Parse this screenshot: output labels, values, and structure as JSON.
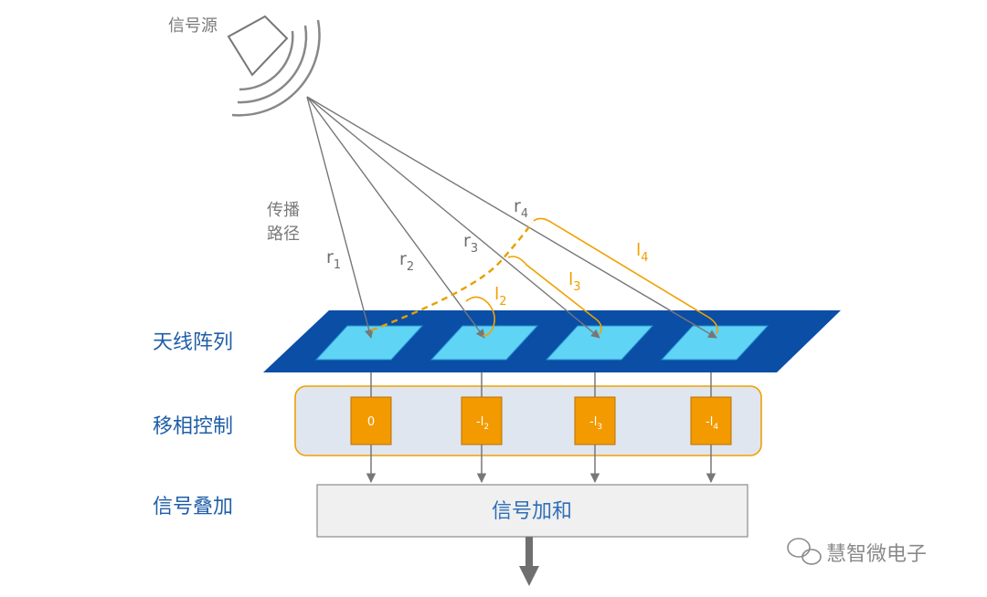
{
  "labels": {
    "signal_source": "信号源",
    "propagation_path_line1": "传播",
    "propagation_path_line2": "路径",
    "antenna_array": "天线阵列",
    "phase_control": "移相控制",
    "signal_superposition": "信号叠加",
    "signal_sum": "信号加和",
    "watermark": "慧智微电子"
  },
  "ray_labels": [
    {
      "base": "r",
      "sub": "1"
    },
    {
      "base": "r",
      "sub": "2"
    },
    {
      "base": "r",
      "sub": "3"
    },
    {
      "base": "r",
      "sub": "4"
    }
  ],
  "path_diff_labels": [
    {
      "base": "l",
      "sub": "2"
    },
    {
      "base": "l",
      "sub": "3"
    },
    {
      "base": "l",
      "sub": "4"
    }
  ],
  "phase_boxes": [
    {
      "base": "0",
      "sub": ""
    },
    {
      "base": "-l",
      "sub": "2"
    },
    {
      "base": "-l",
      "sub": "3"
    },
    {
      "base": "-l",
      "sub": "4"
    }
  ],
  "colors": {
    "antenna_panel": "#0a4ea6",
    "antenna_element": "#5fd4f5",
    "phase_box": "#f29a00",
    "phase_region_fill": "#dfe6ef",
    "phase_region_border": "#f0a000",
    "path_diff": "#f0a000",
    "ray": "#777777",
    "sum_box_fill": "#f0f0f0"
  }
}
